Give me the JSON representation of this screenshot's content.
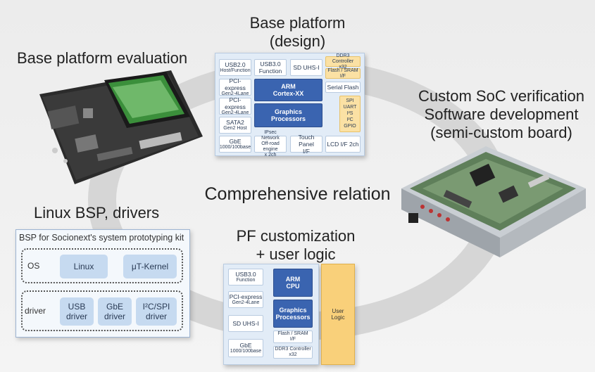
{
  "labels": {
    "base_eval": "Base platform evaluation",
    "base_design_1": "Base platform",
    "base_design_2": "(design)",
    "custom_1": "Custom SoC verification",
    "custom_2": "Software development",
    "custom_3": "(semi-custom board)",
    "center": "Comprehensive relation",
    "linux": "Linux BSP, drivers",
    "pf_1": "PF customization",
    "pf_2": "+ user logic"
  },
  "top_diagram": {
    "usb20": [
      "USB2.0",
      "Host/Function"
    ],
    "usb30": [
      "USB3.0",
      "Function"
    ],
    "sd": "SD UHS-I",
    "ddr3": [
      "DDR3 Controller",
      "x32"
    ],
    "pcie1": [
      "PCI-express",
      "Gen2-4Lane"
    ],
    "pcie2": [
      "PCI-express",
      "Gen2-4Lane"
    ],
    "arm": [
      "ARM",
      "Cortex-XX"
    ],
    "gpu": [
      "Graphics",
      "Processors"
    ],
    "flash": [
      "Flash / SRAM",
      "I/F"
    ],
    "serial_flash": "Serial Flash",
    "sata": [
      "SATA2",
      "Gen2 Host"
    ],
    "periph": [
      "SPI",
      "UART",
      "I²S",
      "I²C",
      "GPIO"
    ],
    "gbe": [
      "GbE",
      "1000/100base"
    ],
    "ipsec": [
      "IPsec Network",
      "Off-road engine",
      "x 2ch"
    ],
    "touch": [
      "Touch Panel",
      "I/F"
    ],
    "lcd": "LCD I/F 2ch"
  },
  "bottom_diagram": {
    "usb30": [
      "USB3.0",
      "Function"
    ],
    "arm": [
      "ARM",
      "CPU"
    ],
    "pcie": [
      "PCI-express",
      "Gen2-4Lane"
    ],
    "gpu": [
      "Graphics",
      "Processors"
    ],
    "sd": "SD UHS-I",
    "flash": [
      "Flash / SRAM",
      "I/F"
    ],
    "gbe": [
      "GbE",
      "1000/100base"
    ],
    "ddr3": [
      "DDR3 Controller",
      "x32"
    ],
    "user_logic": [
      "User",
      "Logic"
    ]
  },
  "bsp": {
    "title": "BSP for Socionext's system prototyping kit",
    "os_label": "OS",
    "linux": "Linux",
    "tkernel": "μT-Kernel",
    "driver_label": "driver",
    "usb": [
      "USB",
      "driver"
    ],
    "gbe": [
      "GbE",
      "driver"
    ],
    "i2c": [
      "I²C/SPI",
      "driver"
    ]
  }
}
